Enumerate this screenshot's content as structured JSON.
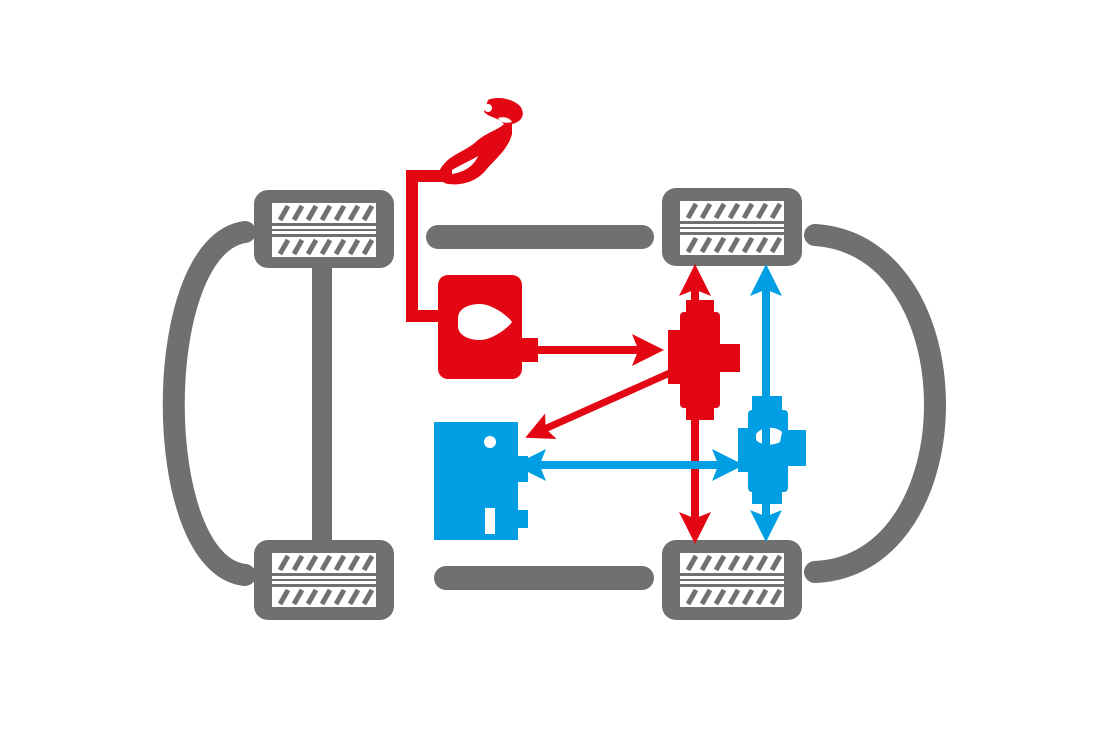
{
  "diagram": {
    "colors": {
      "background": "#ffffff",
      "chassis": "#707070",
      "combustion": "#e30613",
      "electric": "#009fe3",
      "tread": "#ffffff"
    },
    "components": {
      "fuel_pump_nozzle": "fuel-nozzle-icon",
      "combustion_engine": "engine-icon",
      "front_power_unit": "gearbox-icon",
      "battery": "battery-icon",
      "electric_motor": "electric-motor-icon"
    },
    "wheels": [
      "front-left",
      "front-right",
      "rear-left",
      "rear-right"
    ]
  }
}
